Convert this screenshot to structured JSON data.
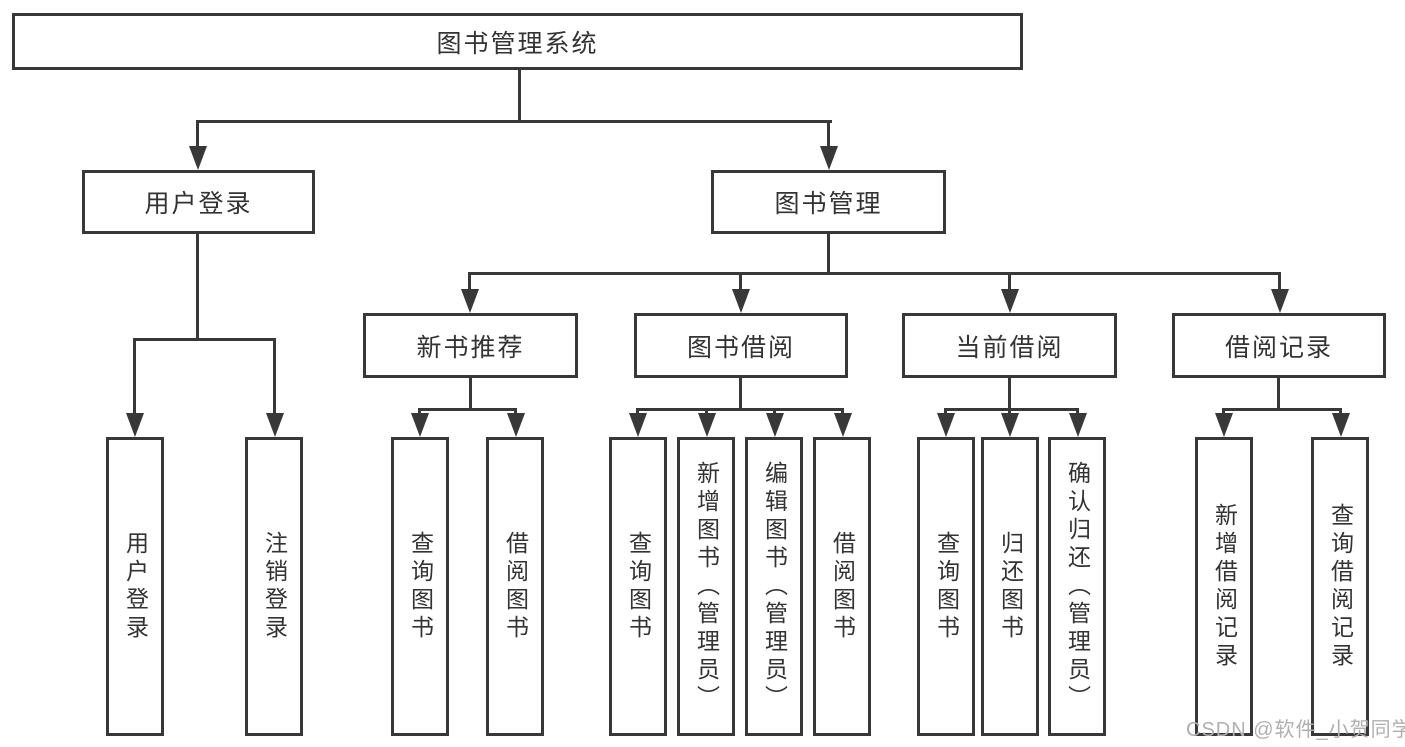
{
  "nodes": {
    "root": "图书管理系统",
    "user_login": "用户登录",
    "book_management": "图书管理",
    "new_book_recommend": "新书推荐",
    "book_borrowing": "图书借阅",
    "current_borrowing": "当前借阅",
    "borrowing_records": "借阅记录",
    "leaf_user_login": "用户登录",
    "leaf_logout": "注销登录",
    "leaf_query_book_recommend": "查询图书",
    "leaf_borrow_book_recommend": "借阅图书",
    "leaf_query_book_borrowing": "查询图书",
    "leaf_add_book_admin": "新增图书（管理员）",
    "leaf_edit_book_admin": "编辑图书（管理员）",
    "leaf_borrow_book_borrowing": "借阅图书",
    "leaf_query_book_current": "查询图书",
    "leaf_return_book": "归还图书",
    "leaf_confirm_return_admin": "确认归还（管理员）",
    "leaf_add_borrow_record": "新增借阅记录",
    "leaf_query_borrow_record": "查询借阅记录"
  },
  "watermark": "CSDN @软件_小贺同学",
  "colors": {
    "line": "#383838",
    "text": "#333333",
    "watermark": "#b0b0b0",
    "background": "#ffffff"
  }
}
